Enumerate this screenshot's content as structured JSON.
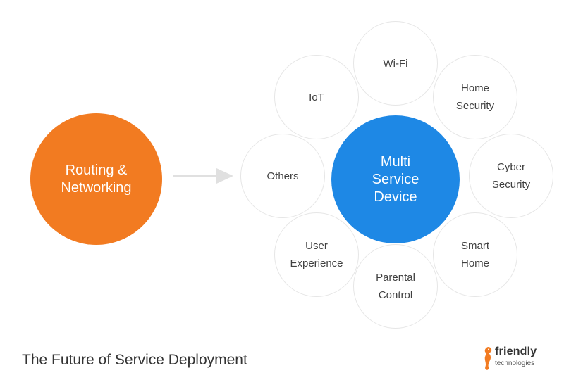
{
  "diagram": {
    "source": {
      "label": "Routing &\nNetworking",
      "color": "#f27b21"
    },
    "hub": {
      "label": "Multi\nService\nDevice",
      "color": "#1e88e5"
    },
    "services": [
      {
        "id": "wifi",
        "label": "Wi-Fi"
      },
      {
        "id": "home-security",
        "label": "Home\nSecurity"
      },
      {
        "id": "cyber-security",
        "label": "Cyber\nSecurity"
      },
      {
        "id": "smart-home",
        "label": "Smart\nHome"
      },
      {
        "id": "parental-control",
        "label": "Parental\nControl"
      },
      {
        "id": "user-experience",
        "label": "User\nExperience"
      },
      {
        "id": "others",
        "label": "Others"
      },
      {
        "id": "iot",
        "label": "IoT"
      }
    ],
    "arrow_color": "#e0e0e0"
  },
  "caption": "The Future of Service Deployment",
  "brand": {
    "name": "friendly",
    "tagline": "technologies",
    "icon": "seahorse-icon",
    "color": "#f27b21"
  }
}
